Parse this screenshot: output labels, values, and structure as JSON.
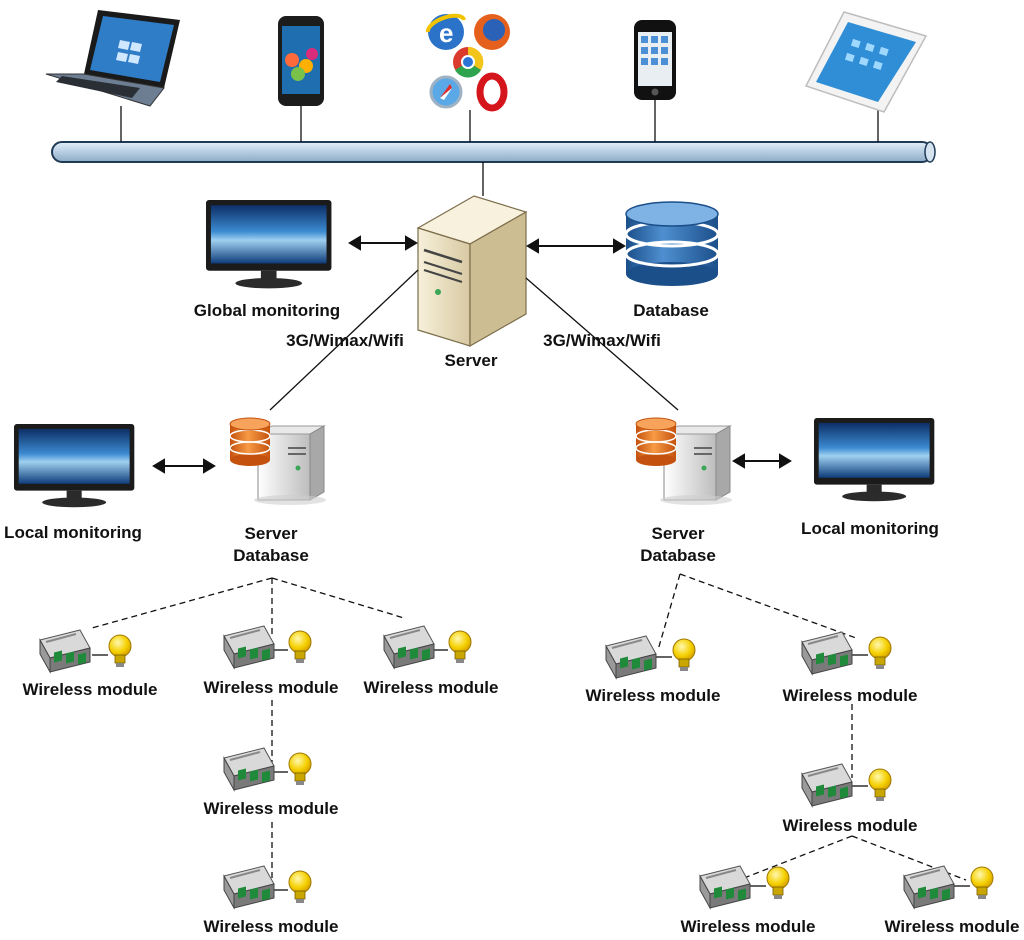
{
  "labels": {
    "global_monitoring": "Global monitoring",
    "database": "Database",
    "server": "Server",
    "link_left": "3G/Wimax/Wifi",
    "link_right": "3G/Wimax/Wifi",
    "local_monitoring_left": "Local monitoring",
    "local_monitoring_right": "Local monitoring",
    "server_db_left_line1": "Server",
    "server_db_left_line2": "Database",
    "server_db_right_line1": "Server",
    "server_db_right_line2": "Database",
    "wireless_module": "Wireless module"
  },
  "colors": {
    "bus_fill": "#bcd3e6",
    "bus_stroke": "#1f3a55",
    "screen_blue": "#1a5fa8",
    "bulb_yellow": "#f5d000",
    "db_orange": "#e8741c",
    "db_blue": "#2a6cb0",
    "server_beige": "#efe6c8"
  },
  "icons": {
    "top_devices": [
      "laptop-icon",
      "smartphone-icon",
      "browsers-icon",
      "iphone-icon",
      "tablet-icon"
    ],
    "module": "wireless-module-icon",
    "bulb": "light-bulb-icon",
    "monitor": "monitor-icon",
    "database": "database-icon",
    "server": "server-icon",
    "server_database": "server-database-icon"
  }
}
